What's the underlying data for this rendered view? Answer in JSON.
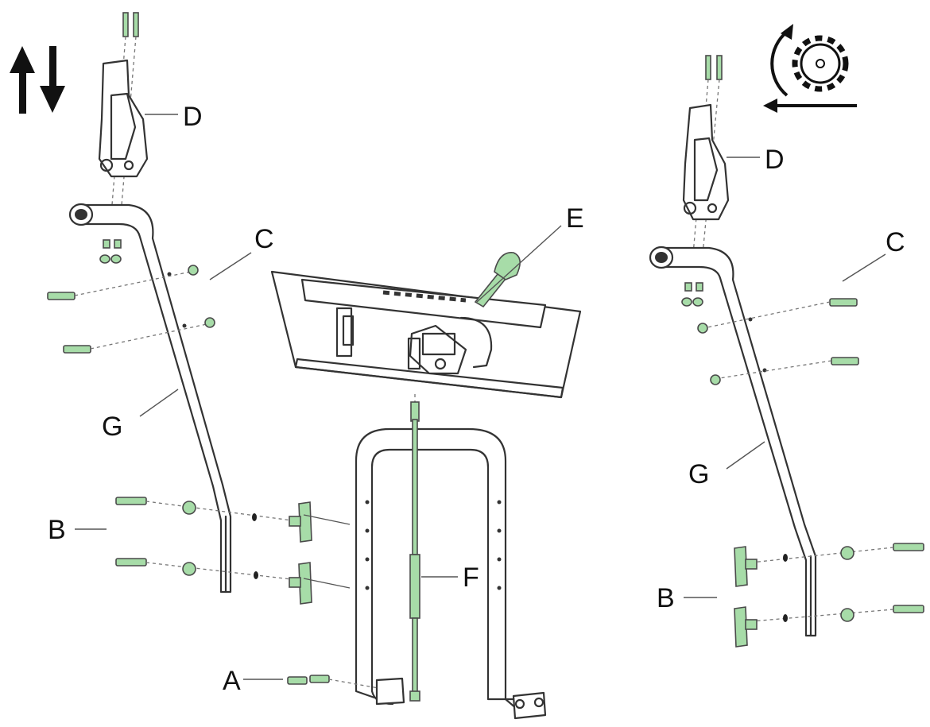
{
  "labels": {
    "A": "A",
    "B_left": "B",
    "B_right": "B",
    "C_left": "C",
    "C_right": "C",
    "D_left": "D",
    "D_right": "D",
    "E": "E",
    "F": "F",
    "G_left": "G",
    "G_right": "G"
  },
  "icons": [
    "up-down-arrows-icon",
    "rotate-gear-icon"
  ],
  "colors": {
    "hardware": "#a7dca8",
    "outline": "#333333",
    "background": "#ffffff"
  }
}
